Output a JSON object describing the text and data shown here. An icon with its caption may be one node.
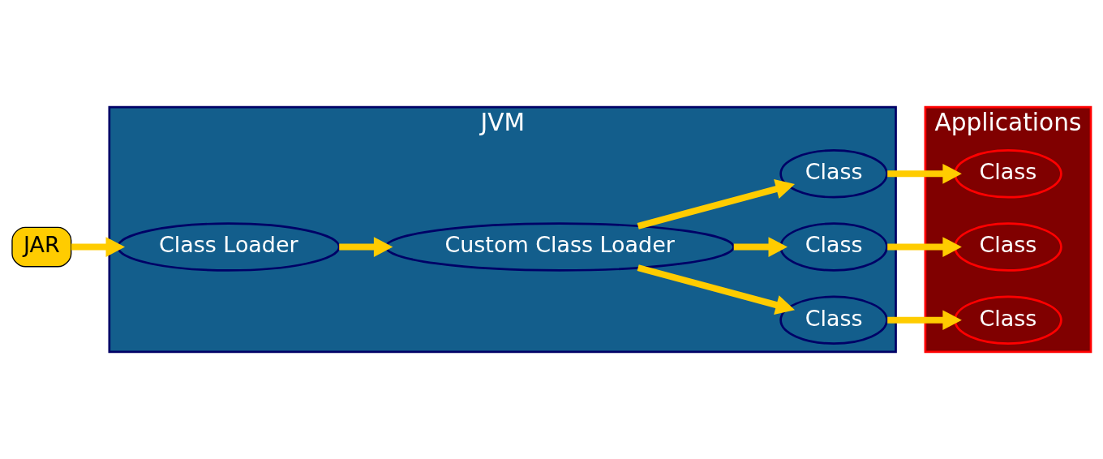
{
  "diagram": {
    "nodes": [
      {
        "text": [
          "JAR"
        ]
      },
      {
        "text": [
          "JVM"
        ]
      },
      {
        "text": [
          "Class Loader"
        ],
        "in": 1
      },
      {
        "text": [
          "Custom Class Loader"
        ],
        "in": 1
      },
      {
        "text": [
          "Class"
        ],
        "in": 1
      },
      {
        "text": [
          "Class"
        ],
        "in": 1
      },
      {
        "text": [
          "Class"
        ],
        "in": 1
      },
      {
        "text": [
          "Applications"
        ]
      },
      {
        "text": [
          "Class"
        ],
        "in": 7
      },
      {
        "text": [
          "Class"
        ],
        "in": 7
      },
      {
        "text": [
          "Class"
        ],
        "in": 7
      }
    ],
    "edges": [
      {
        "from": 0,
        "to": 2,
        "arrow": "to"
      },
      {
        "from": 2,
        "to": 3,
        "arrow": "to"
      },
      {
        "from": 3,
        "to": 4,
        "arrow": "to"
      },
      {
        "from": 3,
        "to": 5,
        "arrow": "to"
      },
      {
        "from": 3,
        "to": 6,
        "arrow": "to"
      },
      {
        "from": 4,
        "to": 8,
        "arrow": "to"
      },
      {
        "from": 5,
        "to": 9,
        "arrow": "to"
      },
      {
        "from": 6,
        "to": 10,
        "arrow": "to"
      }
    ]
  }
}
